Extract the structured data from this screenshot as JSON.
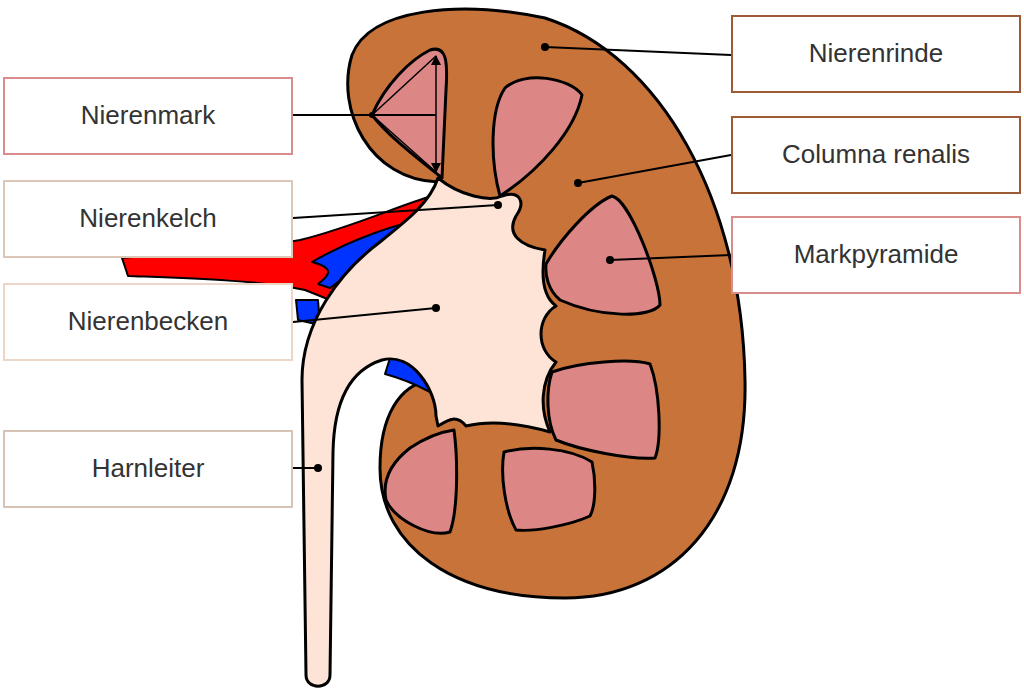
{
  "diagram": {
    "nodes": [
      {
        "text": [
          "Nierenrinde"
        ]
      },
      {
        "text": [
          "Nierenmark"
        ]
      },
      {
        "text": [
          "Columna renalis"
        ]
      },
      {
        "text": [
          "Nierenkelch"
        ]
      },
      {
        "text": [
          "Markpyramide"
        ]
      },
      {
        "text": [
          "Nierenbecken"
        ]
      },
      {
        "text": [
          "Harnleiter"
        ]
      }
    ]
  }
}
